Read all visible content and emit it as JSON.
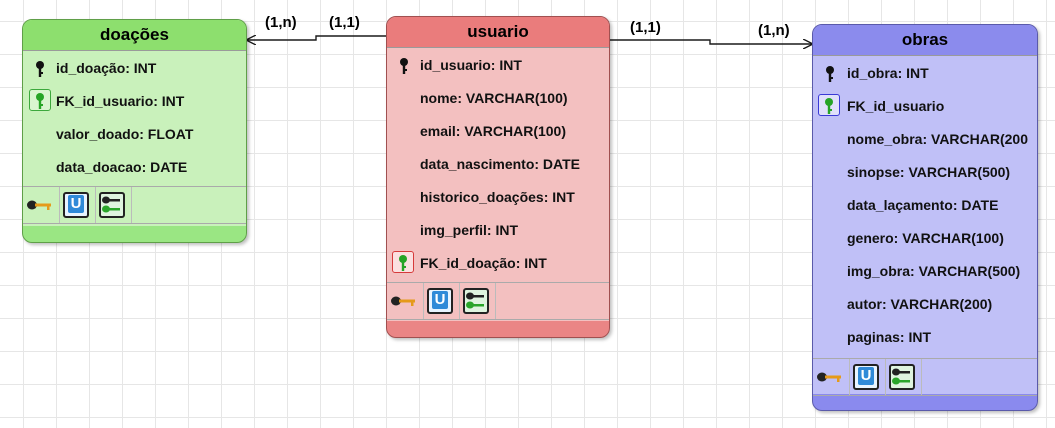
{
  "entities": {
    "doacoes": {
      "title": "doações",
      "fields": [
        "id_doação: INT",
        "FK_id_usuario: INT",
        "valor_doado: FLOAT",
        "data_doacao: DATE"
      ],
      "colors": {
        "header": "#8ddf6e",
        "body": "#c9f1bb",
        "footer": "#9ae683",
        "border": "#5f9f48",
        "fk_border": "#3ca83c"
      }
    },
    "usuario": {
      "title": "usuario",
      "fields": [
        "id_usuario: INT",
        "nome: VARCHAR(100)",
        "email: VARCHAR(100)",
        "data_nascimento: DATE",
        "historico_doações: INT",
        "img_perfil: INT",
        "FK_id_doação: INT"
      ],
      "colors": {
        "header": "#ea7c7c",
        "body": "#f3c0c0",
        "footer": "#ea8585",
        "border": "#a05050",
        "fk_border": "#d63a3a"
      }
    },
    "obras": {
      "title": "obras",
      "fields": [
        "id_obra: INT",
        "FK_id_usuario",
        "nome_obra: VARCHAR(200",
        "sinopse: VARCHAR(500)",
        "data_laçamento: DATE",
        "genero: VARCHAR(100)",
        "img_obra: VARCHAR(500)",
        "autor: VARCHAR(200)",
        "paginas: INT"
      ],
      "colors": {
        "header": "#8b8bed",
        "body": "#c0c0f7",
        "footer": "#8a8aee",
        "border": "#5a5aaa",
        "fk_border": "#3a3ad6"
      }
    }
  },
  "relationships": {
    "usuario_doacoes": {
      "near_doacoes": "(1,n)",
      "near_usuario": "(1,1)"
    },
    "usuario_obras": {
      "near_usuario": "(1,1)",
      "near_obras": "(1,n)"
    }
  },
  "icons": {
    "primary_key": "key-icon",
    "foreign_key": "foreign-key-icon",
    "footer": [
      "key-icon",
      "unique-icon",
      "foreign-keys-icon"
    ]
  },
  "line_color": "#1a1a1a"
}
